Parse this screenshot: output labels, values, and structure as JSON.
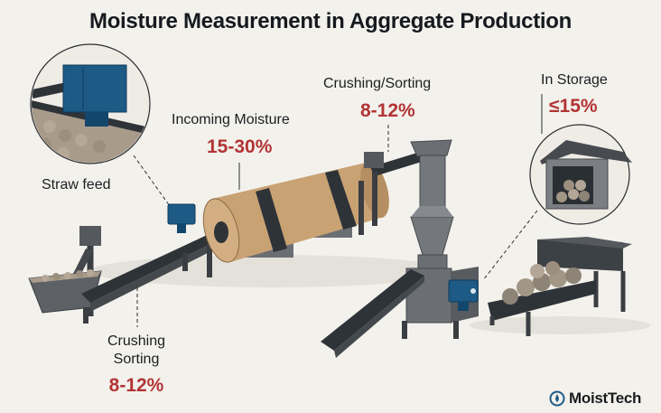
{
  "title": "Moisture Measurement in Aggregate Production",
  "stages": {
    "straw_feed": {
      "label": "Straw feed"
    },
    "incoming": {
      "label": "Incoming Moisture",
      "value": "15-30%"
    },
    "crushing_top": {
      "label": "Crushing/Sorting",
      "value": "8-12%"
    },
    "storage": {
      "label": "In Storage",
      "value": "≤15%"
    },
    "crushing_bottom": {
      "label_line1": "Crushing",
      "label_line2": "Sorting",
      "value": "8-12%"
    }
  },
  "brand": {
    "name": "MoistTech",
    "icon": "moisture-drop-logo-icon"
  },
  "colors": {
    "background": "#f3f1ec",
    "value_red": "#b23434",
    "sensor_blue": "#1d5a86",
    "drum_tan": "#c9a274",
    "machine_gray": "#5a5e62",
    "conveyor_dark": "#2e3338"
  }
}
